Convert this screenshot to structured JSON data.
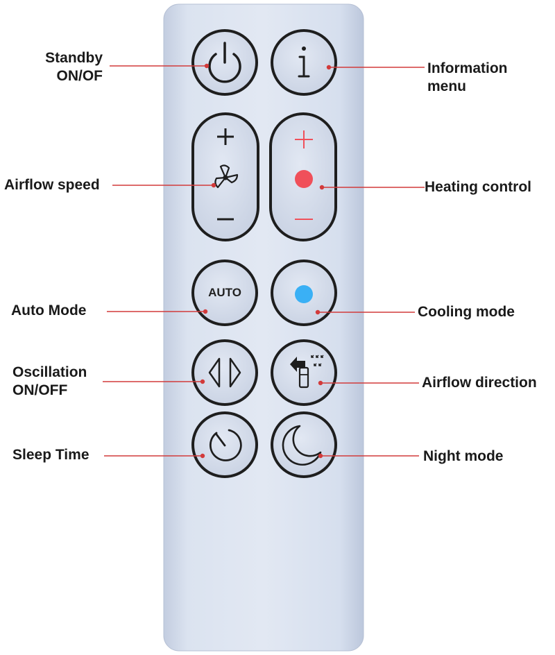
{
  "labels": {
    "standby_line1": "Standby",
    "standby_line2": "ON/OF",
    "information_line1": "Information",
    "information_line2": "menu",
    "airflow_speed": "Airflow speed",
    "heating_control": "Heating control",
    "auto_mode": "Auto Mode",
    "cooling_mode": "Cooling mode",
    "oscillation_line1": "Oscillation",
    "oscillation_line2": "ON/OFF",
    "airflow_direction": "Airflow direction",
    "sleep_time": "Sleep Time",
    "night_mode": "Night mode"
  },
  "buttons": {
    "auto_label": "AUTO"
  },
  "colors": {
    "remote_body": "#d6deec",
    "button_fill": "#d3dbe9",
    "button_outline": "#1e1e1e",
    "callout_line": "#d23a3a",
    "heat_accent": "#f0505a",
    "cool_accent": "#3ab0f5"
  }
}
